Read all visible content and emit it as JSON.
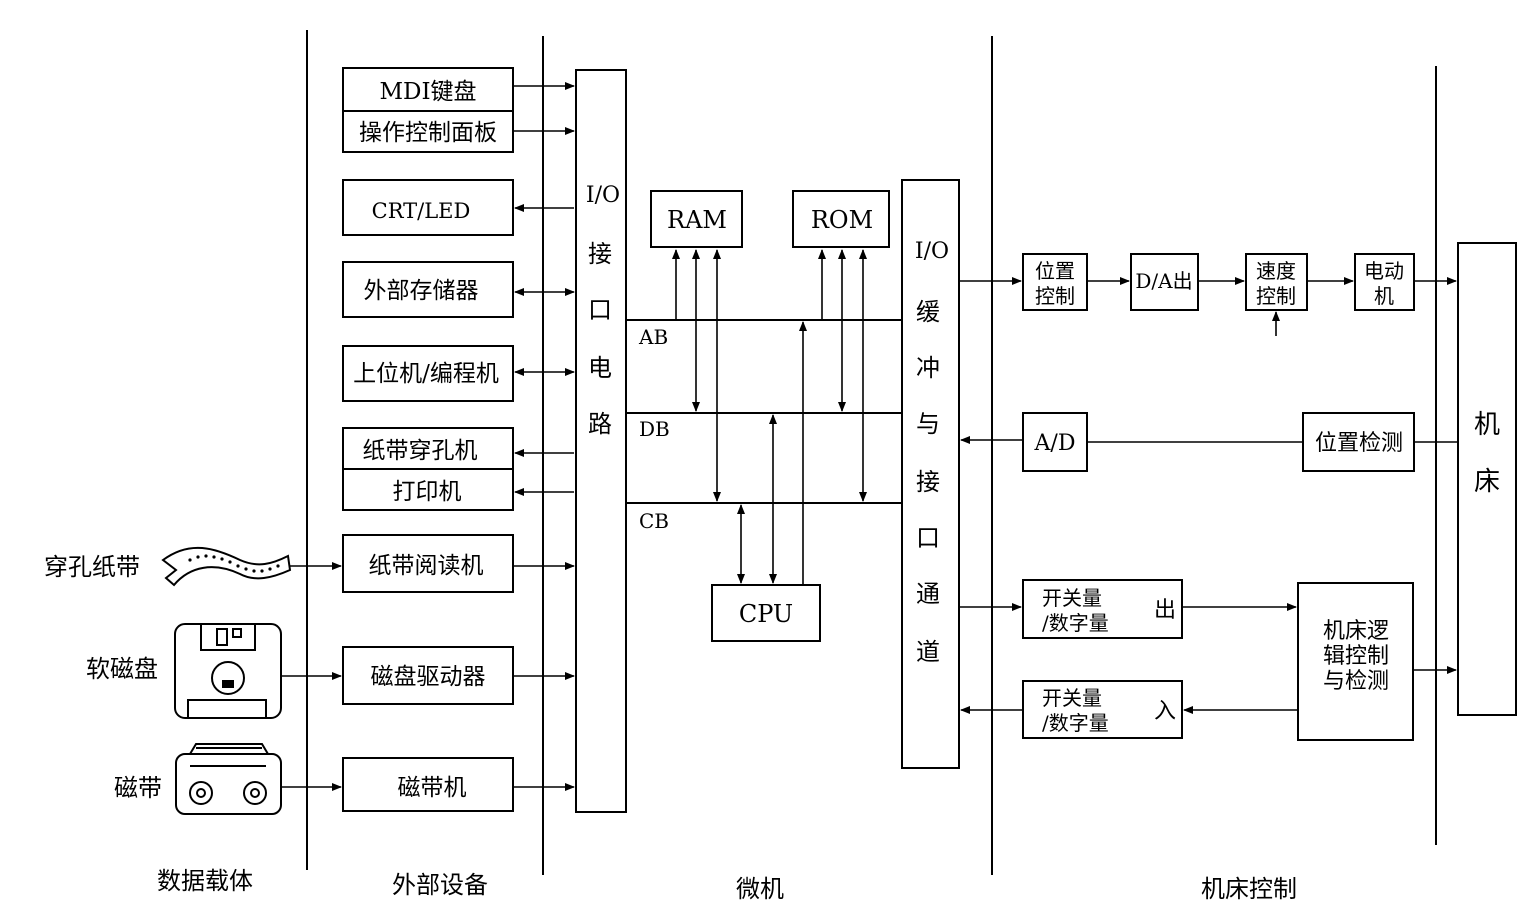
{
  "sections": {
    "carriers": "数据载体",
    "peripherals": "外部设备",
    "microcomputer": "微机",
    "machine_control": "机床控制"
  },
  "media": {
    "tape": "穿孔纸带",
    "floppy": "软磁盘",
    "mag_tape": "磁带"
  },
  "peripherals": {
    "mdi": "MDI键盘",
    "panel": "操作控制面板",
    "crt": "CRT/LED",
    "ext_storage": "外部存储器",
    "host": "上位机/编程机",
    "punch": "纸带穿孔机",
    "printer": "打印机",
    "tape_reader": "纸带阅读机",
    "disk_drive": "磁盘驱动器",
    "tape_drive": "磁带机"
  },
  "io_left": [
    "I/O",
    "接",
    "口",
    "电",
    "路"
  ],
  "buses": {
    "ab": "AB",
    "db": "DB",
    "cb": "CB"
  },
  "chips": {
    "ram": "RAM",
    "rom": "ROM",
    "cpu": "CPU"
  },
  "io_right": [
    "I/O",
    "缓",
    "冲",
    "与",
    "接",
    "口",
    "通",
    "道"
  ],
  "control": {
    "pos_ctrl": [
      "位置",
      "控制"
    ],
    "da": "D/A出",
    "speed_ctrl": [
      "速度",
      "控制"
    ],
    "motor": [
      "电动",
      "机"
    ],
    "ad": "A/D",
    "pos_detect": "位置检测",
    "switch_out": [
      "开关量",
      "/数字量"
    ],
    "out_label": "出",
    "switch_in": [
      "开关量",
      "/数字量"
    ],
    "in_label": "入",
    "logic": [
      "机床逻",
      "辑控制",
      "与检测"
    ],
    "machine": [
      "机",
      "床"
    ]
  }
}
